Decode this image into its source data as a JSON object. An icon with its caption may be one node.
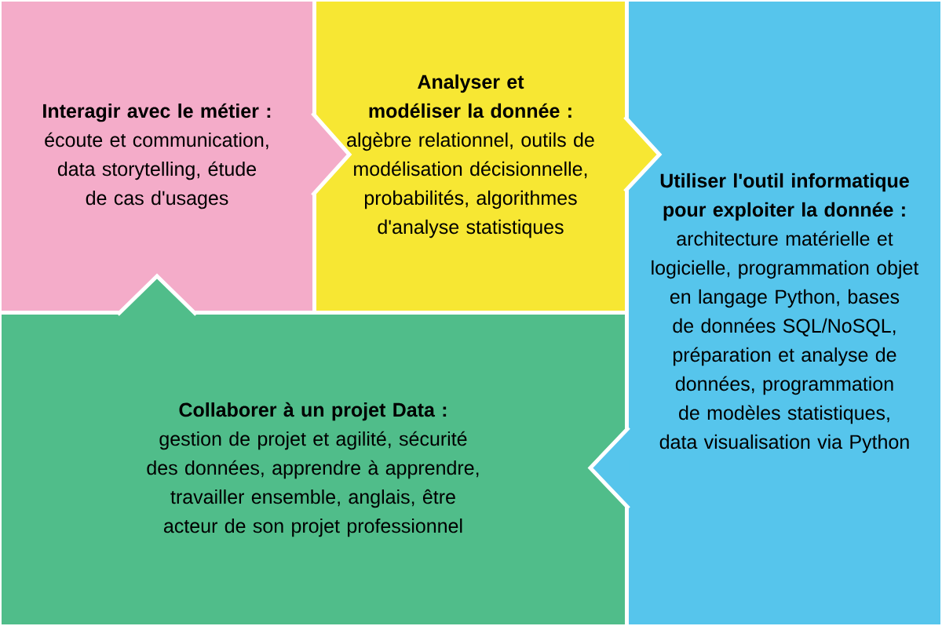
{
  "diagram": {
    "nodes": [
      {
        "text": [
          "Interagir avec le métier :",
          "écoute et communication, data storytelling, étude de cas d'usages"
        ]
      },
      {
        "text": [
          "Analyser et modéliser la donnée :",
          "algèbre relationnel, outils de modélisation décisionnelle, probabilités, algorithmes d'analyse statistiques"
        ]
      },
      {
        "text": [
          "Utiliser l'outil informatique pour exploiter la donnée :",
          "architecture matérielle et logicielle, programmation objet en langage Python, bases de données SQL/NoSQL, préparation et analyse de données, programmation de modèles statistiques, data visualisation via Python"
        ]
      },
      {
        "text": [
          "Collaborer à un projet Data :",
          "gestion de projet et agilité, sécurité des données, apprendre à apprendre, travailler ensemble, anglais, être acteur de son projet professionnel"
        ]
      }
    ]
  }
}
